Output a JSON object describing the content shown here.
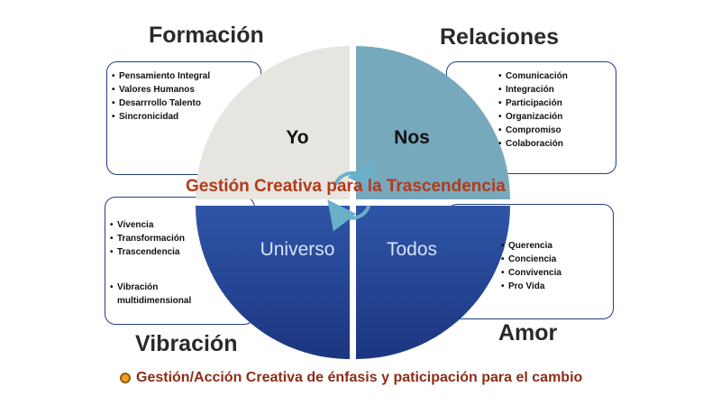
{
  "quadrants": {
    "tl": {
      "title": "Formación",
      "label": "Yo",
      "items": [
        "Pensamiento Integral",
        "Valores Humanos",
        "Desarrrollo Talento",
        "Sincronicidad"
      ],
      "color": "#e6e5df"
    },
    "tr": {
      "title": "Relaciones",
      "label": "Nos",
      "items": [
        "Comunicación",
        "Integración",
        "Participación",
        "Organización",
        "Compromiso",
        "Colaboración"
      ],
      "color": "#77a9bd"
    },
    "bl": {
      "title": "Vibración",
      "label": "Universo",
      "items": [
        "Vivencia",
        "Transformación",
        "Trascendencia",
        "Vibración multidimensional"
      ],
      "color": "#23408f"
    },
    "br": {
      "title": "Amor",
      "label": "Todos",
      "items": [
        "Querencia",
        "Conciencia",
        "Convivencia",
        "Pro Vida"
      ],
      "color": "#23408f"
    }
  },
  "center_title": "Gestión Creativa para la Trascendencia",
  "footer_text": "Gestión/Acción Creativa de énfasis y paticipación para el cambio",
  "colors": {
    "box_border": "#1f3f7a",
    "center_title": "#b23a1b",
    "footer_text": "#8b2e17",
    "cycle_arrows": "#6ab0c8",
    "footer_dot": "#f0a020"
  },
  "icons": {
    "center": "cycle-arrows-icon",
    "footer_bullet": "orange-dot-icon"
  }
}
